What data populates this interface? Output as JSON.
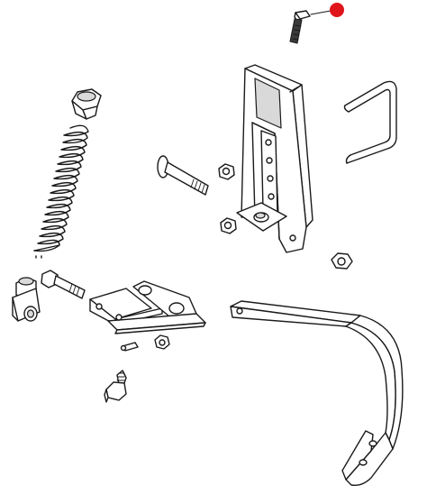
{
  "diagram": {
    "parts": [
      "bolt-small-top",
      "frame-bracket",
      "u-bolt",
      "carriage-bolt",
      "hex-nut",
      "compression-spring",
      "spring-cap-nut",
      "clamp-block",
      "pivot-bolt",
      "hinge-plate",
      "lock-nut",
      "roll-pin",
      "short-bolt",
      "tine-shank"
    ]
  },
  "highlight": {
    "marker_color": "#e0141b",
    "target_part": "bolt-small-top"
  },
  "colors": {
    "line": "#1a1a1a",
    "shade": "#d9d9d9",
    "background": "#ffffff"
  }
}
